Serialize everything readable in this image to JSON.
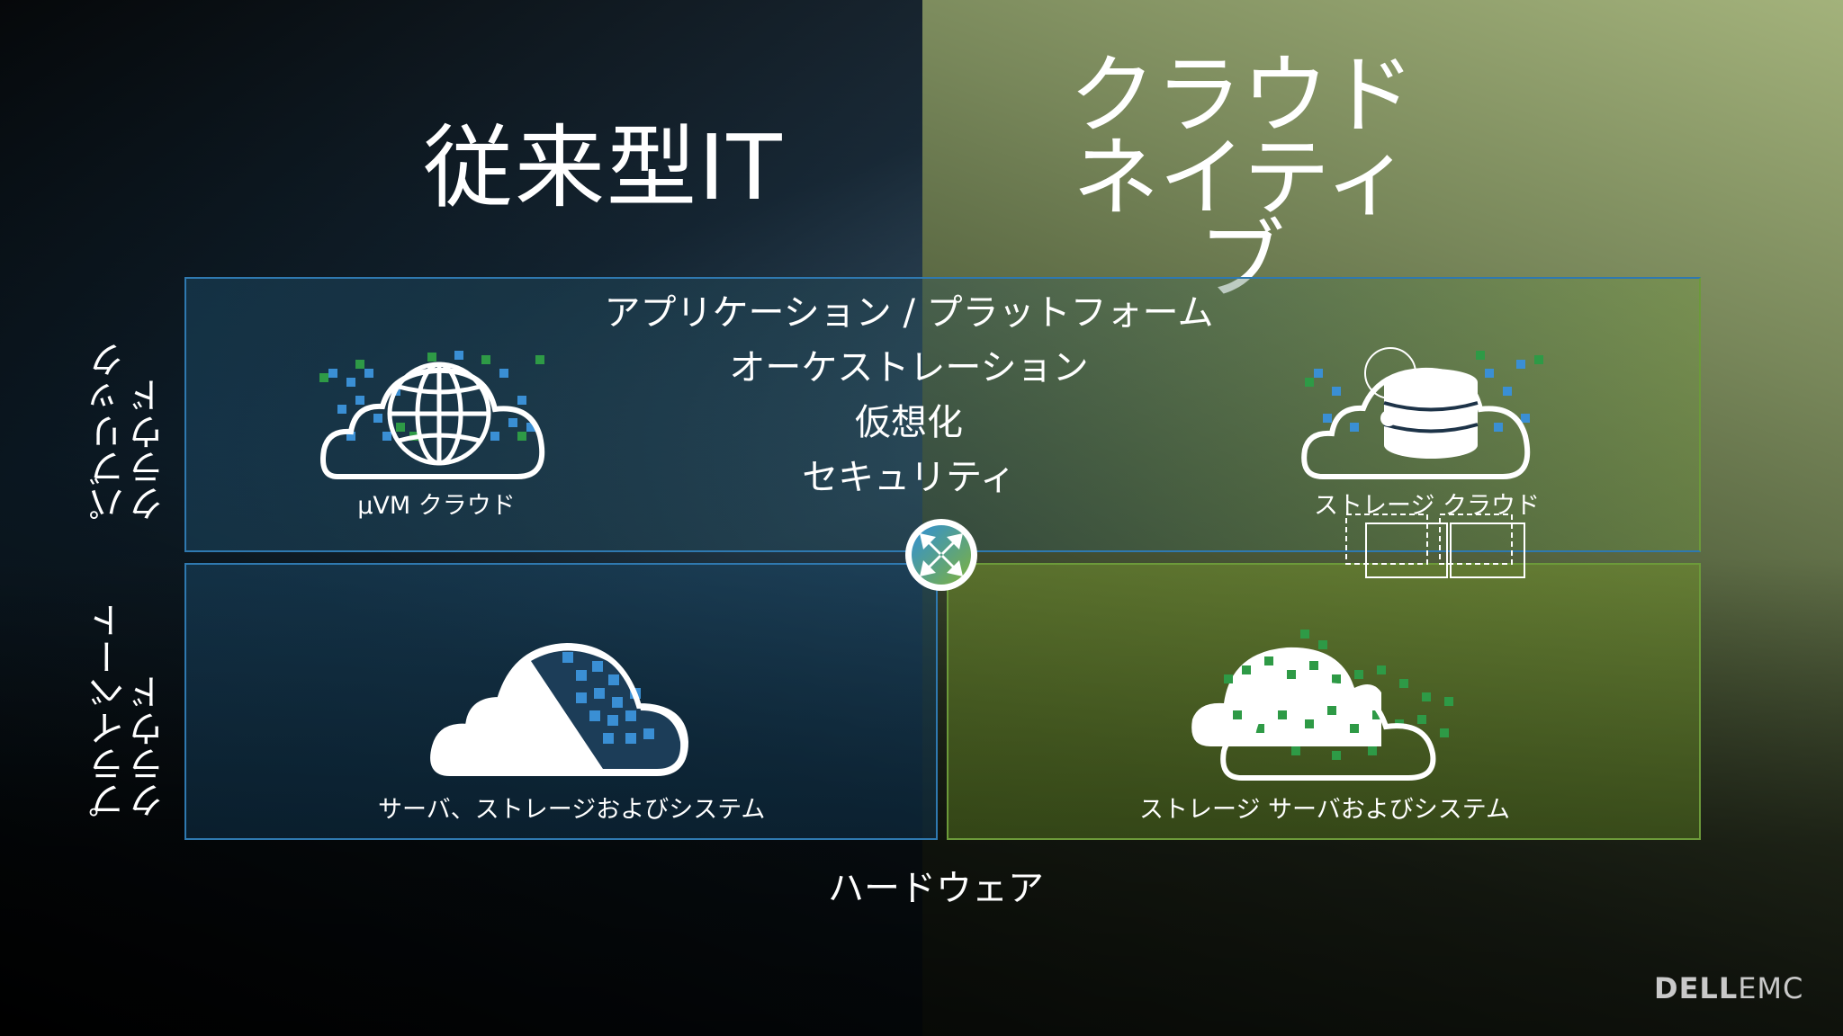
{
  "titles": {
    "left": "従来型IT",
    "right_line1": "クラウド",
    "right_line2": "ネイティブ"
  },
  "stack": [
    "アプリケーション / プラットフォーム",
    "オーケストレーション",
    "仮想化",
    "セキュリティ"
  ],
  "row_labels": {
    "public_line1": "パブリック",
    "public_line2": "クラウド",
    "private_line1": "プライベート",
    "private_line2": "クラウド"
  },
  "tiles": {
    "top_left": {
      "label": "µVM クラウド",
      "icon": "globe-cloud-icon"
    },
    "top_right": {
      "label": "ストレージ クラウド",
      "icon": "database-cloud-icon"
    },
    "bottom_left": {
      "label": "サーバ、ストレージおよびシステム",
      "icon": "cloud-icon"
    },
    "bottom_right": {
      "label": "ストレージ サーバおよびシステム",
      "icon": "double-cloud-icon"
    }
  },
  "bottom_label": "ハードウェア",
  "logo": {
    "part1": "DELL",
    "part2": "EMC"
  },
  "colors": {
    "blue_accent": "#2f8fd8",
    "green_accent": "#3c9a3c",
    "blue_border": "#2f79b0",
    "green_border": "#6c9a3a"
  }
}
